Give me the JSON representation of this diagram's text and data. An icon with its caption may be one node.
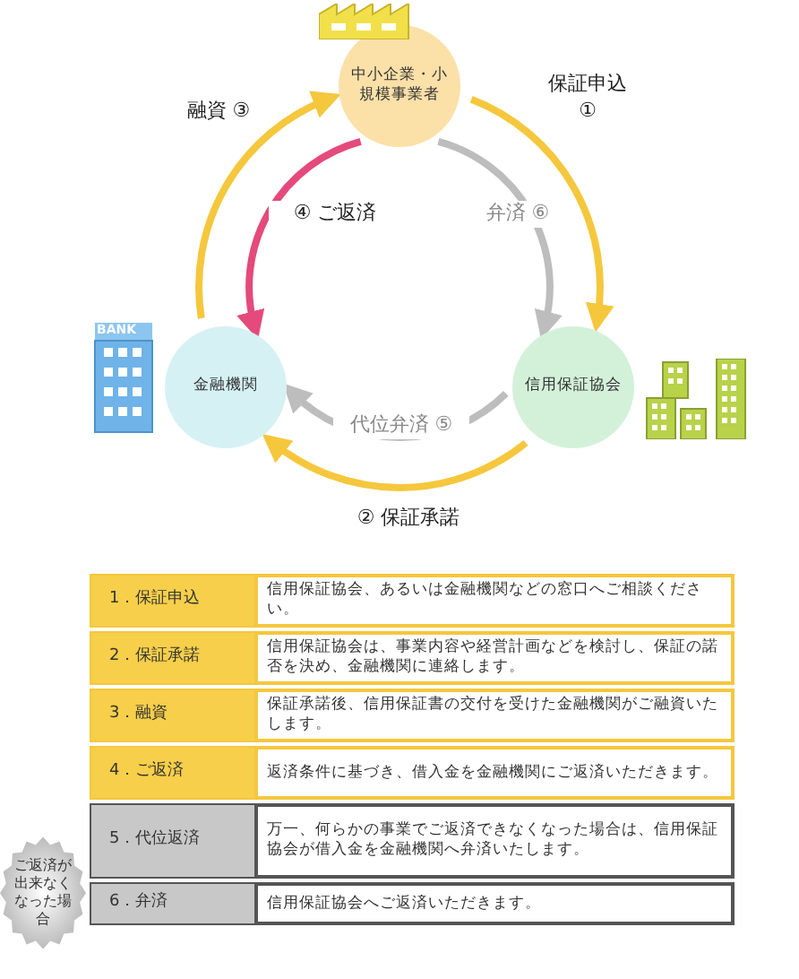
{
  "diagram": {
    "nodes": [
      {
        "text": [
          "中小企業・小規模事業者"
        ]
      },
      {
        "text": [
          "金融機関"
        ]
      },
      {
        "text": [
          "信用保証協会"
        ]
      },
      {
        "text": [
          "ご返済が出来なくなった場合"
        ]
      }
    ],
    "edges": [
      {
        "from": 0,
        "to": 2,
        "arrow": "to",
        "label": "保証申込 ①"
      },
      {
        "from": 2,
        "to": 1,
        "arrow": "to",
        "label": "② 保証承諾"
      },
      {
        "from": 1,
        "to": 0,
        "arrow": "to",
        "label": "融資 ③"
      },
      {
        "from": 0,
        "to": 1,
        "arrow": "to",
        "label": "④ ご返済",
        "color": "#e44a7b"
      },
      {
        "from": 2,
        "to": 1,
        "arrow": "to",
        "label": "代位弁済 ⑤",
        "color": "#bdbdbd"
      },
      {
        "from": 0,
        "to": 2,
        "arrow": "to",
        "label": "弁済 ⑥",
        "color": "#bdbdbd"
      }
    ],
    "labels": [
      "BANK",
      "1．保証申込",
      "信用保証協会、あるいは金融機関などの窓口へご相談ください。",
      "2．保証承諾",
      "信用保証協会は、事業内容や経営計画などを検討し、保証の諾否を決め、金融機関に連絡します。",
      "3．融資",
      "保証承諾後、信用保証書の交付を受けた金融機関がご融資いたします。",
      "4．ご返済",
      "返済条件に基づき、借入金を金融機関にご返済いただきます。",
      "5．代位返済",
      "万一、何らかの事業でご返済できなくなった場合は、信用保証協会が借入金を金融機関へ弁済いたします。",
      "6．弁済",
      "信用保証協会へご返済いただきます。"
    ]
  }
}
